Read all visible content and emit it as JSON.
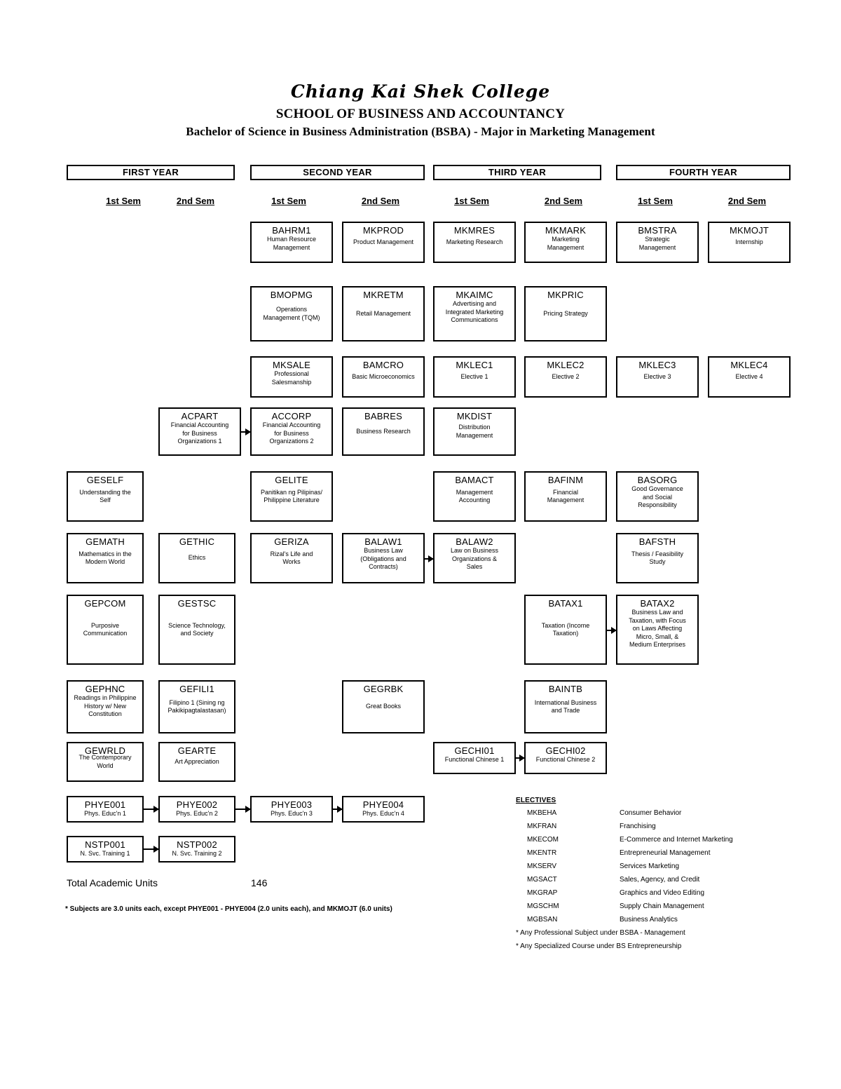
{
  "header": {
    "college": "Chiang Kai Shek College",
    "school": "SCHOOL OF BUSINESS AND ACCOUNTANCY",
    "program": "Bachelor of Science in Business Administration (BSBA) - Major in Marketing Management"
  },
  "years": [
    {
      "label": "FIRST YEAR"
    },
    {
      "label": "SECOND YEAR"
    },
    {
      "label": "THIRD YEAR"
    },
    {
      "label": "FOURTH YEAR"
    }
  ],
  "semesters": [
    {
      "label": "1st Sem"
    },
    {
      "label": "2nd Sem"
    },
    {
      "label": "1st Sem"
    },
    {
      "label": "2nd Sem"
    },
    {
      "label": "1st Sem"
    },
    {
      "label": "2nd Sem"
    },
    {
      "label": "1st Sem"
    },
    {
      "label": "2nd Sem"
    }
  ],
  "courses": [
    {
      "code": "BAHRM1",
      "desc": "Human Resource\nManagement"
    },
    {
      "code": "MKPROD",
      "desc": "Product Management"
    },
    {
      "code": "MKMRES",
      "desc": "Marketing Research"
    },
    {
      "code": "MKMARK",
      "desc": "Marketing\nManagement"
    },
    {
      "code": "BMSTRA",
      "desc": "Strategic\nManagement"
    },
    {
      "code": "MKMOJT",
      "desc": "Internship"
    },
    {
      "code": "BMOPMG",
      "desc": "Operations\nManagement (TQM)"
    },
    {
      "code": "MKRETM",
      "desc": "Retail Management"
    },
    {
      "code": "MKAIMC",
      "desc": "Advertising and\nIntegrated Marketing\nCommunications"
    },
    {
      "code": "MKPRIC",
      "desc": "Pricing Strategy"
    },
    {
      "code": "MKSALE",
      "desc": "Professional\nSalesmanship"
    },
    {
      "code": "BAMCRO",
      "desc": "Basic Microeconomics"
    },
    {
      "code": "MKLEC1",
      "desc": "Elective 1"
    },
    {
      "code": "MKLEC2",
      "desc": "Elective 2"
    },
    {
      "code": "MKLEC3",
      "desc": "Elective 3"
    },
    {
      "code": "MKLEC4",
      "desc": "Elective 4"
    },
    {
      "code": "ACPART",
      "desc": "Financial Accounting\nfor Business\nOrganizations 1"
    },
    {
      "code": "ACCORP",
      "desc": "Financial Accounting\nfor Business\nOrganizations 2"
    },
    {
      "code": "BABRES",
      "desc": "Business Research"
    },
    {
      "code": "MKDIST",
      "desc": "Distribution\nManagement"
    },
    {
      "code": "GESELF",
      "desc": "Understanding the\nSelf"
    },
    {
      "code": "GELITE",
      "desc": "Panitikan ng Pilipinas/\nPhilippine Literature"
    },
    {
      "code": "BAMACT",
      "desc": "Management\nAccounting"
    },
    {
      "code": "BAFINM",
      "desc": "Financial\nManagement"
    },
    {
      "code": "BASORG",
      "desc": "Good Governance\nand Social\nResponsibility"
    },
    {
      "code": "GEMATH",
      "desc": "Mathematics in the\nModern World"
    },
    {
      "code": "GETHIC",
      "desc": "Ethics"
    },
    {
      "code": "GERIZA",
      "desc": "Rizal's Life and\nWorks"
    },
    {
      "code": "BALAW1",
      "desc": "Business Law\n(Obligations and\nContracts)"
    },
    {
      "code": "BALAW2",
      "desc": "Law on Business\nOrganizations &\nSales"
    },
    {
      "code": "BAFSTH",
      "desc": "Thesis / Feasibility\nStudy"
    },
    {
      "code": "GEPCOM",
      "desc": "Purposive\nCommunication"
    },
    {
      "code": "GESTSC",
      "desc": "Science Technology,\nand Society"
    },
    {
      "code": "BATAX1",
      "desc": "Taxation (Income\nTaxation)"
    },
    {
      "code": "BATAX2",
      "desc": "Business Law and\nTaxation, with Focus\non Laws Affecting\nMicro, Small, &\nMedium Enterprises"
    },
    {
      "code": "GEPHNC",
      "desc": "Readings in Philippine\nHistory w/ New\nConstitution"
    },
    {
      "code": "GEFILI1",
      "desc": "Filipino 1 (Sining ng\nPakikipagtalastasan)"
    },
    {
      "code": "GEGRBK",
      "desc": "Great Books"
    },
    {
      "code": "BAINTB",
      "desc": "International Business\nand Trade"
    },
    {
      "code": "GEWRLD",
      "desc": "The Contemporary\nWorld"
    },
    {
      "code": "GEARTE",
      "desc": "Art Appreciation"
    },
    {
      "code": "GECHI01",
      "desc": "Functional Chinese 1"
    },
    {
      "code": "GECHI02",
      "desc": "Functional Chinese 2"
    },
    {
      "code": "PHYE001",
      "desc": "Phys. Educ'n 1"
    },
    {
      "code": "PHYE002",
      "desc": "Phys. Educ'n 2"
    },
    {
      "code": "PHYE003",
      "desc": "Phys. Educ'n 3"
    },
    {
      "code": "PHYE004",
      "desc": "Phys. Educ'n 4"
    },
    {
      "code": "NSTP001",
      "desc": "N. Svc. Training 1"
    },
    {
      "code": "NSTP002",
      "desc": "N. Svc. Training 2"
    }
  ],
  "totals": {
    "label": "Total Academic Units",
    "value": "146",
    "footnote": "* Subjects are 3.0 units each, except PHYE001 - PHYE004 (2.0 units each), and MKMOJT (6.0 units)"
  },
  "electives": {
    "title": "ELECTIVES",
    "items": [
      {
        "code": "MKBEHA",
        "title": "Consumer Behavior"
      },
      {
        "code": "MKFRAN",
        "title": "Franchising"
      },
      {
        "code": "MKECOM",
        "title": "E-Commerce and Internet Marketing"
      },
      {
        "code": "MKENTR",
        "title": "Entrepreneurial Management"
      },
      {
        "code": "MKSERV",
        "title": "Services Marketing"
      },
      {
        "code": "MGSACT",
        "title": "Sales, Agency, and Credit"
      },
      {
        "code": "MKGRAP",
        "title": "Graphics and Video Editing"
      },
      {
        "code": "MGSCHM",
        "title": "Supply Chain Management"
      },
      {
        "code": "MGBSAN",
        "title": "Business Analytics"
      }
    ],
    "notes": [
      "* Any Professional Subject under BSBA - Management",
      "* Any Specialized Course under BS Entrepreneurship"
    ]
  }
}
